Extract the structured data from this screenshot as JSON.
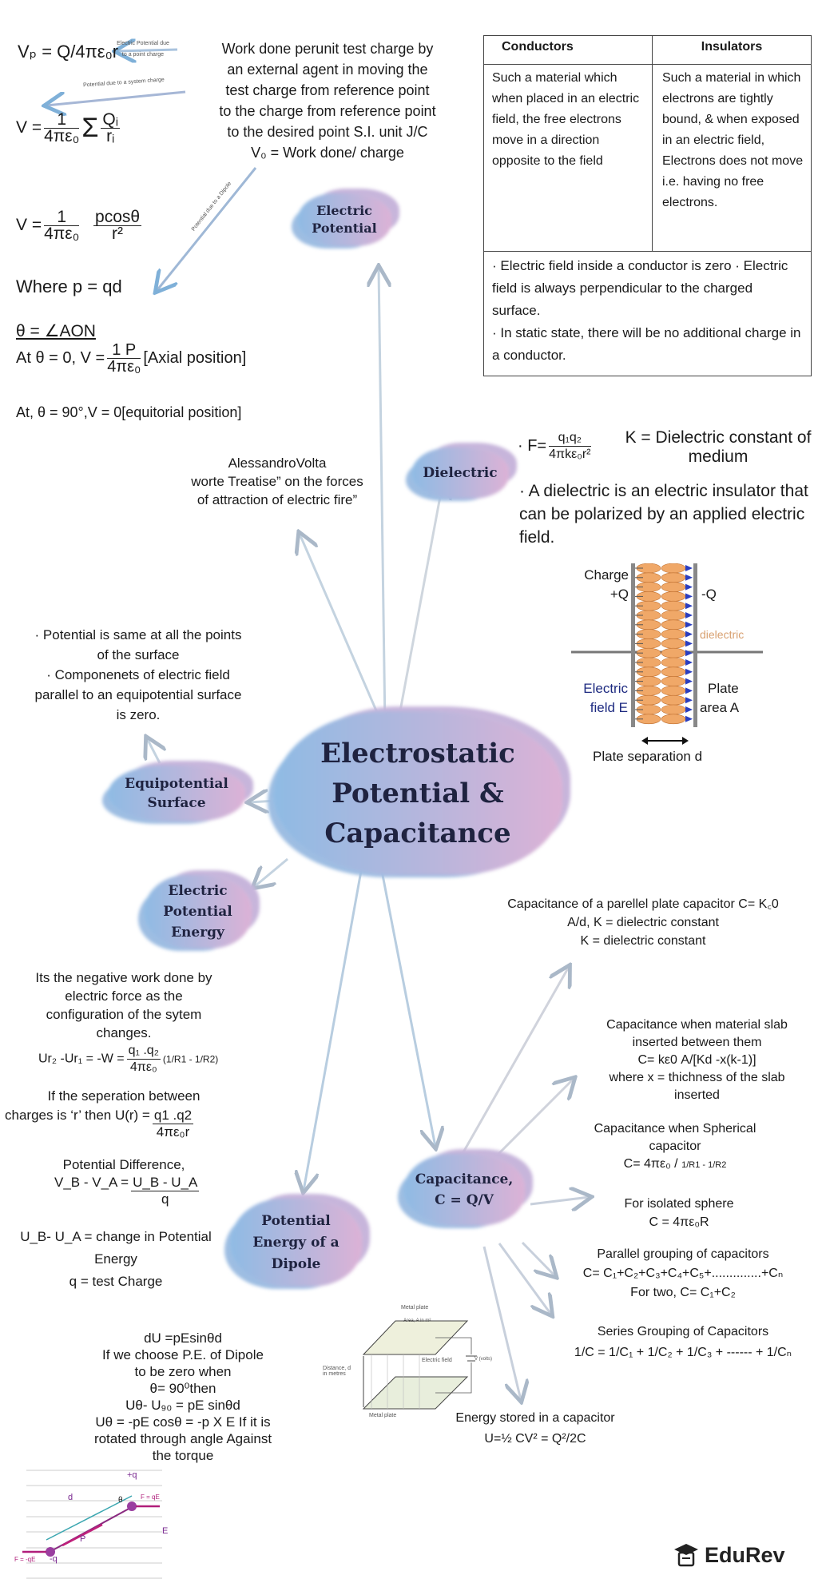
{
  "electric_potential": {
    "title": "Electric Potential",
    "vp_formula": "Vₚ = Q/4πε₀r",
    "point_charge_label": "Electric Potential due to a point charge",
    "system_charge_label": "Potential due to a system charge",
    "dipole_label": "Potential due to a Dipole",
    "work_done": [
      "Work done perunit test charge by",
      "an external agent in moving the",
      "test charge from reference point",
      "to the charge from reference point",
      "to the desired point S.I. unit J/C",
      "V₀  = Work done/ charge"
    ],
    "system_lhs": "V =",
    "system_num": "1",
    "system_den": "4πε₀",
    "system_sigma": "Σ",
    "system_qi": "Qᵢ",
    "system_ri": "rᵢ",
    "dipole_lhs": "V =",
    "dipole_num": "1",
    "dipole_den": "4πε₀",
    "dipole_num2": "pcosθ",
    "dipole_den2": "r²",
    "where_p": "Where p = qd",
    "theta_def": "θ = ∠AON",
    "axial_pre": "At  θ = 0, V =",
    "axial_num": "1 P",
    "axial_den": "4πε₀",
    "axial_post": "[Axial position]",
    "equatorial": "At, θ = 90°,V = 0[equitorial position]"
  },
  "table": {
    "headers": [
      "Conductors",
      "Insulators"
    ],
    "conductors": "Such a material which when placed in an electric field, the free electrons move in a direction opposite to the field",
    "insulators": "Such a material in which electrons are tightly bound, & when exposed in an electric field, Electrons does not move i.e. having no free electrons.",
    "notes": [
      "· Electric field inside a conductor is zero · Electric field is always perpendicular to the charged surface.",
      "· In static state, there will be no additional charge in a conductor."
    ]
  },
  "dielectric": {
    "title": "Dielectric",
    "force_pre": "· F=",
    "force_num": "q₁q₂",
    "force_den": "4πkε₀r²",
    "k_def": "K = Dielectric constant of medium",
    "definition": "· A dielectric is an electric insulator that can be polarized by an applied electric field.",
    "diagram": {
      "charge": "Charge",
      "plus_q": "+Q",
      "minus_q": "-Q",
      "dielectric": "dielectric",
      "electric_field": "Electric",
      "field_e": "field E",
      "plate": "Plate",
      "area": "area A",
      "separation": "Plate separation d"
    }
  },
  "volta": [
    "AlessandroVolta",
    "worte Treatise” on the forces",
    "of attraction of electric fire”"
  ],
  "equipotential": {
    "title": "Equipotential Surface",
    "notes": [
      "· Potential is same at all the points",
      "of the surface",
      "· Componenets of electric field",
      "parallel to an equipotential surface",
      "is zero."
    ]
  },
  "central": {
    "title_lines": [
      "Electrostatic",
      "Potential &",
      "Capacitance"
    ]
  },
  "potential_energy": {
    "title": "Electric Potential Energy",
    "desc": [
      "Its the negative work done by",
      "electric force as the",
      "configuration of the sytem",
      "changes."
    ],
    "ur_lhs": "Ur₂ -Ur₁ = -W =",
    "ur_num": "q₁ .q₂",
    "ur_den": "4πε₀",
    "ur_paren": "(1/R1 - 1/R2)",
    "sep_line1": "If the seperation between",
    "sep_pre": "charges is ‘r’ then U(r) =",
    "sep_num": "q1 .q2",
    "sep_den": "4πε₀r",
    "pd_label": "Potential Difference,",
    "pd_lhs": "V_B - V_A =",
    "pd_num": "U_B - U_A",
    "pd_den": "q",
    "change": [
      "U_B- U_A = change in Potential",
      "Energy",
      "q = test Charge"
    ]
  },
  "dipole_energy": {
    "title": "Potential Energy of a Dipole",
    "lines": [
      "dU =pEsinθd",
      "If we choose P.E. of Dipole",
      "to be zero when",
      "θ= 90⁰then",
      "Uθ- U₉₀ =   pE sinθd",
      "Uθ = -pE cosθ =  -p X E If it is",
      "rotated through angle Against",
      "the torque"
    ],
    "diagram": {
      "plus_q": "+q",
      "minus_q": "-q",
      "d": "d",
      "p": "P",
      "theta": "θ",
      "f_plus": "F = qE",
      "f_minus": "F = -qE",
      "e": "E"
    }
  },
  "plates_diagram": {
    "top": "Metal plate",
    "area": "Area, A in m²",
    "field": "Electric field",
    "volts": "V (volts)",
    "distance": "Distance, d in metres",
    "bottom": "Metal plate"
  },
  "capacitance": {
    "title_lines": [
      "Capacitance,",
      "C = Q/V"
    ],
    "parallel_plate": [
      "Capacitance of a parellel plate capacitor C= K꜀0",
      "A/d,  K = dielectric constant",
      "K = dielectric constant"
    ],
    "slab": [
      "Capacitance when material slab",
      "inserted between them",
      "C= kε0 A/[Kd -x(k-1)]",
      "where x = thichness of the slab",
      "inserted"
    ],
    "spherical": [
      "Capacitance when Spherical",
      "capacitor"
    ],
    "spherical_formula": "C= 4πε₀ /",
    "spherical_frac": "1/R1 - 1/R2",
    "isolated": [
      "For isolated sphere",
      "C = 4πε₀R"
    ],
    "parallel_group": [
      "Parallel grouping of capacitors",
      "C= C₁+C₂+C₃+C₄+C₅+..............+Cₙ",
      "For two, C= C₁+C₂"
    ],
    "series_title": "Series Grouping of Capacitors",
    "series_formula": "1/C = 1/C₁ + 1/C₂ + 1/C₃ + ------ + 1/Cₙ",
    "energy_title": "Energy stored in a capacitor",
    "energy_formula": "U=½ CV² = Q²/2C"
  },
  "brand": {
    "name": "EduRev"
  }
}
